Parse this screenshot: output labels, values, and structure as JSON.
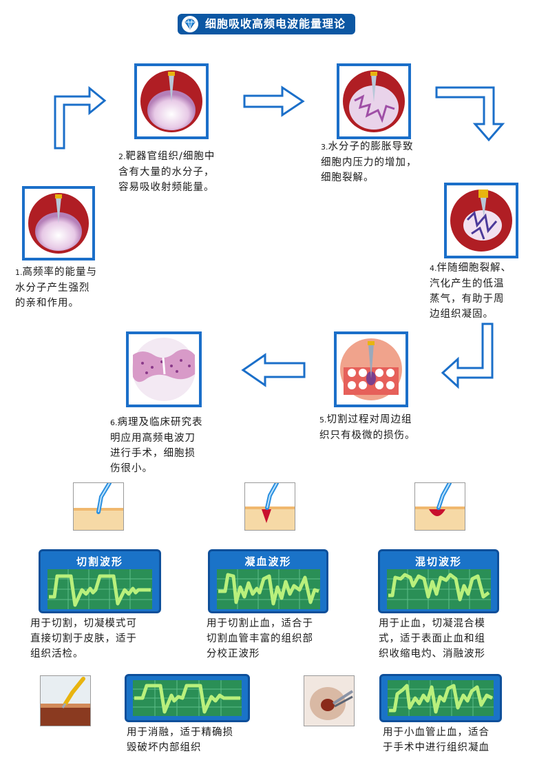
{
  "title": "细胞吸收高频电波能量理论",
  "steps": [
    {
      "num": "1.",
      "text": "高频率的能量与\n水分子产生强烈\n的亲和作用。"
    },
    {
      "num": "2.",
      "text": "靶器官组织/细胞中\n含有大量的水分子，\n容易吸收射频能量。"
    },
    {
      "num": "3.",
      "text": "水分子的膨胀导致\n细胞内压力的增加，\n细胞裂解。"
    },
    {
      "num": "4.",
      "text": "伴随细胞裂解、\n汽化产生的低温\n蒸气，有助于周\n边组织凝固。"
    },
    {
      "num": "5.",
      "text": "切割过程对周边组\n织只有极微的损伤。"
    },
    {
      "num": "6.",
      "text": "病理及临床研究表\n明应用高频电波刀\n进行手术，细胞损\n伤很小。"
    }
  ],
  "waveforms": [
    {
      "label": "切割波形",
      "desc": "用于切割，切凝模式可\n直接切割于皮肤，适于\n组织活检。"
    },
    {
      "label": "凝血波形",
      "desc": "用于切割止血，适合于\n切割血管丰富的组织部\n分校正波形"
    },
    {
      "label": "混切波形",
      "desc": "用于止血，切凝混合模\n式，适于表面止血和组\n织收缩电灼、消融波形"
    },
    {
      "label": "",
      "desc": "用于消融，适于精确损\n毁破坏内部组织"
    },
    {
      "label": "",
      "desc": "用于小血管止血，适合\n于手术中进行组织凝血"
    }
  ],
  "colors": {
    "frame": "#1b6fc9",
    "title_bg": "#0c57a3",
    "arrow": "#1b6fc9",
    "wave": "#b9f07c",
    "panel": "#1a73c8",
    "tissue": "#f6d9a6",
    "blood": "#c8102e"
  },
  "icons": [
    "diamond-logo-icon",
    "arrow-icon",
    "electrode-icon",
    "cell-icon",
    "tissue-icon"
  ]
}
